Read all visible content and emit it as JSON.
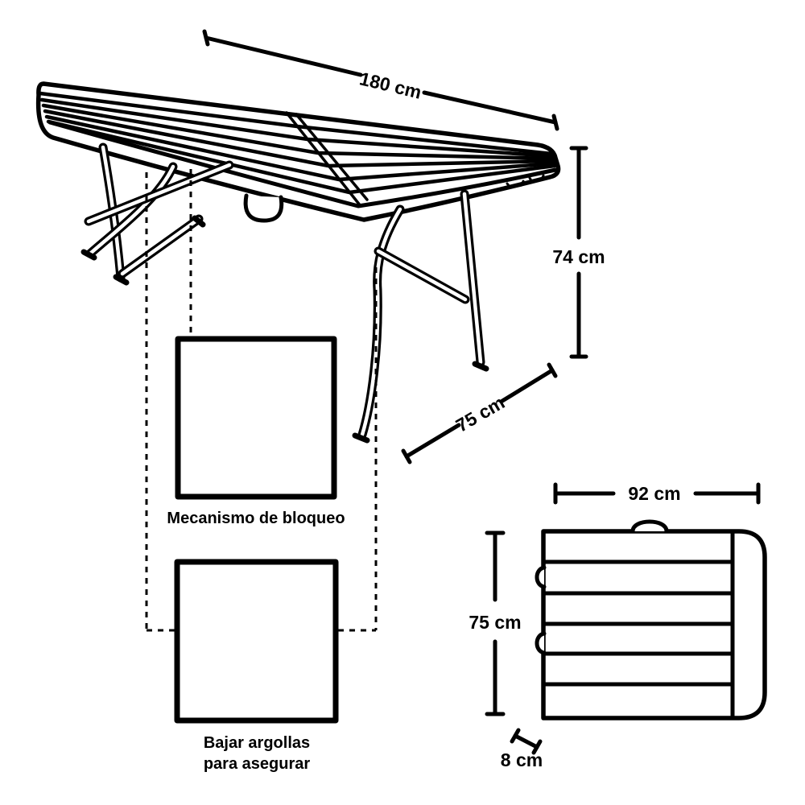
{
  "page": {
    "background_color": "#ffffff",
    "line_color": "#000000"
  },
  "open_table": {
    "length_label": "180 cm",
    "height_label": "74 cm",
    "depth_label": "75 cm"
  },
  "callout_lock": {
    "caption": "Mecanismo de bloqueo",
    "arrow_icon": "up-arrow-icon"
  },
  "callout_rings": {
    "caption_line1": "Bajar argollas",
    "caption_line2": "para  asegurar",
    "arrow_icon": "down-arrow-icon"
  },
  "folded_table": {
    "width_label": "92 cm",
    "height_label": "75 cm",
    "thickness_label": "8 cm"
  }
}
